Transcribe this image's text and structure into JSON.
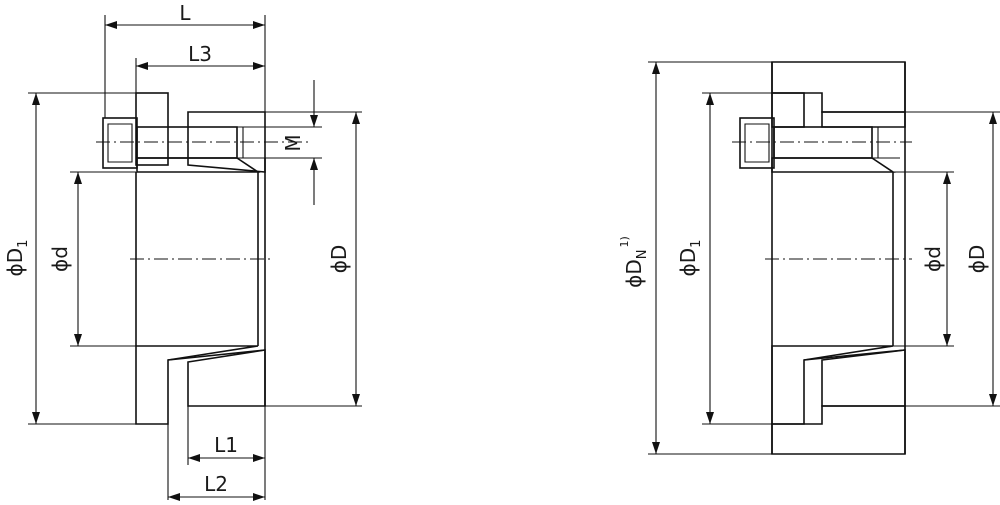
{
  "left_view": {
    "dim_L": "L",
    "dim_L3": "L3",
    "dim_L1": "L1",
    "dim_L2": "L2",
    "dim_M": "M",
    "dia_D1": {
      "symbol": "ϕD",
      "sub": "1"
    },
    "dia_d": "ϕd",
    "dia_D": "ϕD"
  },
  "right_view": {
    "dia_DN": {
      "symbol": "ϕD",
      "sub": "N",
      "note": "1)"
    },
    "dia_D1": {
      "symbol": "ϕD",
      "sub": "1"
    },
    "dia_d": "ϕd",
    "dia_D": "ϕD"
  },
  "colors": {
    "line": "#111111",
    "background": "#ffffff"
  }
}
